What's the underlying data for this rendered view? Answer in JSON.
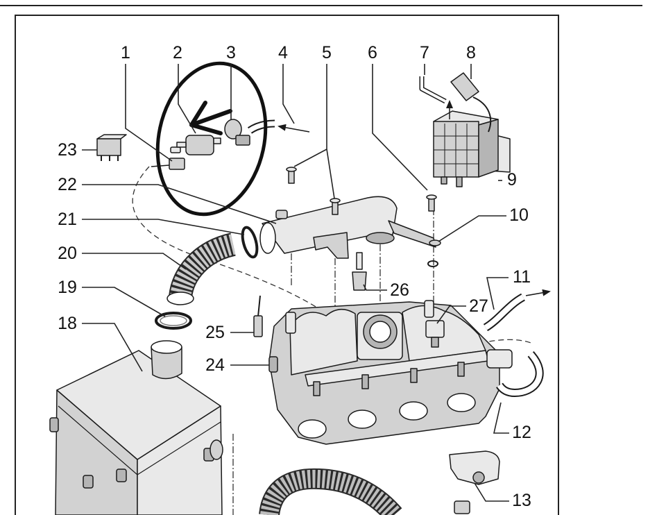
{
  "callouts": {
    "n1": "1",
    "n2": "2",
    "n3": "3",
    "n4": "4",
    "n5": "5",
    "n6": "6",
    "n7": "7",
    "n8": "8",
    "n9": "9",
    "n10": "10",
    "n11": "11",
    "n12": "12",
    "n13": "13",
    "n18": "18",
    "n19": "19",
    "n20": "20",
    "n21": "21",
    "n22": "22",
    "n23": "23",
    "n24": "24",
    "n25": "25",
    "n26": "26",
    "n27": "27"
  }
}
